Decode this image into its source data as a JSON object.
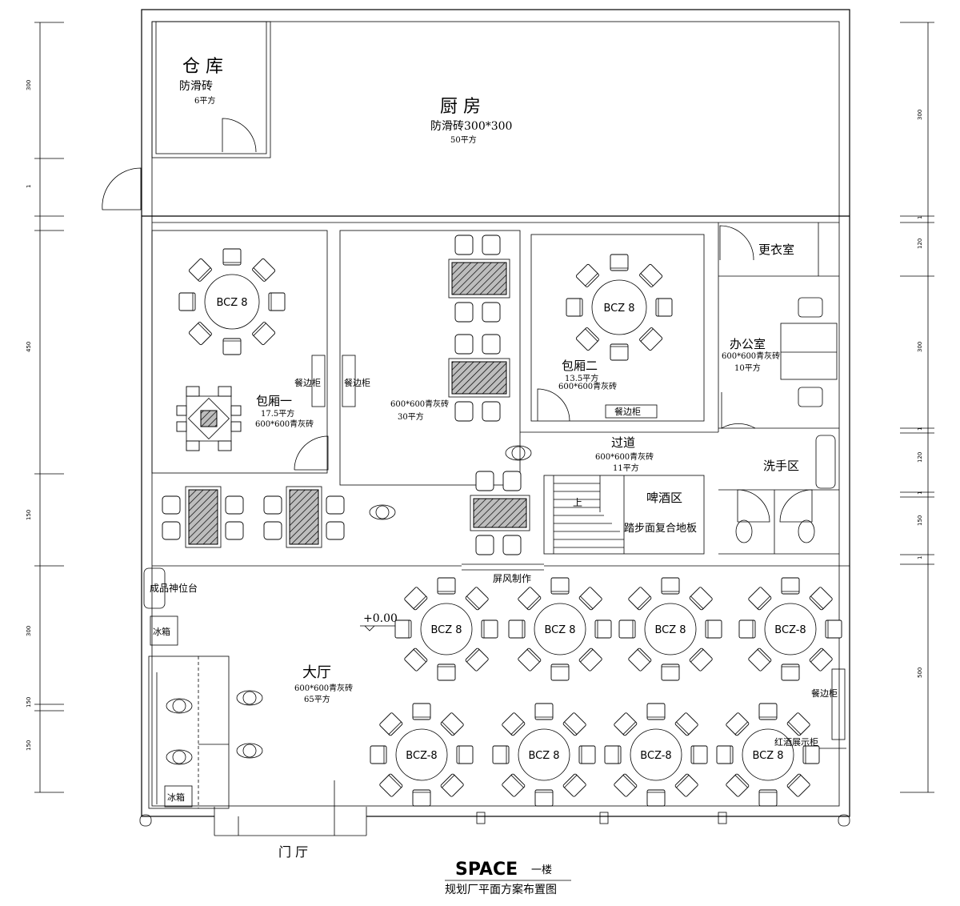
{
  "title": {
    "main": "SPACE",
    "floor": "一楼",
    "subtitle": "规划厂平面方案布置图"
  },
  "rooms": {
    "warehouse": {
      "name": "仓 库",
      "floor": "防滑砖",
      "area": "6平方"
    },
    "kitchen": {
      "name": "厨 房",
      "floor": "防滑砖300*300",
      "area": "50平方"
    },
    "private1": {
      "name": "包厢一",
      "area": "17.5平方",
      "floor": "600*600青灰砖"
    },
    "private2": {
      "name": "包厢二",
      "area": "13.5平方",
      "floor": "600*600青灰砖"
    },
    "middle": {
      "floor": "600*600青灰砖",
      "area": "30平方"
    },
    "changing": {
      "name": "更衣室"
    },
    "office": {
      "name": "办公室",
      "floor": "600*600青灰砖",
      "area": "10平方"
    },
    "corridor": {
      "name": "过道",
      "floor": "600*600青灰砖",
      "area": "11平方"
    },
    "wash": {
      "name": "洗手区"
    },
    "beer": {
      "name": "啤酒区",
      "note": "踏步面复合地板"
    },
    "hall": {
      "name": "大厅",
      "floor": "600*600青灰砖",
      "area": "65平方"
    },
    "entrance": {
      "name": "门 厅"
    }
  },
  "fixtures": {
    "side_cabinet_1": "餐边柜",
    "side_cabinet_2": "餐边柜",
    "side_cabinet_3": "餐边柜",
    "side_cabinet_4": "餐边柜",
    "screen": "屏风制作",
    "display": "成品神位台",
    "freezer1": "冰箱",
    "freezer2": "冰箱",
    "wine_cabinet": "红酒展示柜",
    "level": "+0.00",
    "stairs_mark": "上"
  },
  "tables": {
    "t_p1": "BCZ 8",
    "t_p2": "BCZ 8",
    "h1": "BCZ 8",
    "h2": "BCZ 8",
    "h3": "BCZ 8",
    "h4": "BCZ-8",
    "h5": "BCZ-8",
    "h6": "BCZ 8",
    "h7": "BCZ-8",
    "h8": "BCZ 8"
  },
  "dims": {
    "left": [
      "300",
      "1",
      "450",
      "150",
      "300",
      "150",
      "150"
    ],
    "right": [
      "300",
      "1",
      "120",
      "300",
      "1",
      "120",
      "1",
      "150",
      "1",
      "500"
    ]
  }
}
